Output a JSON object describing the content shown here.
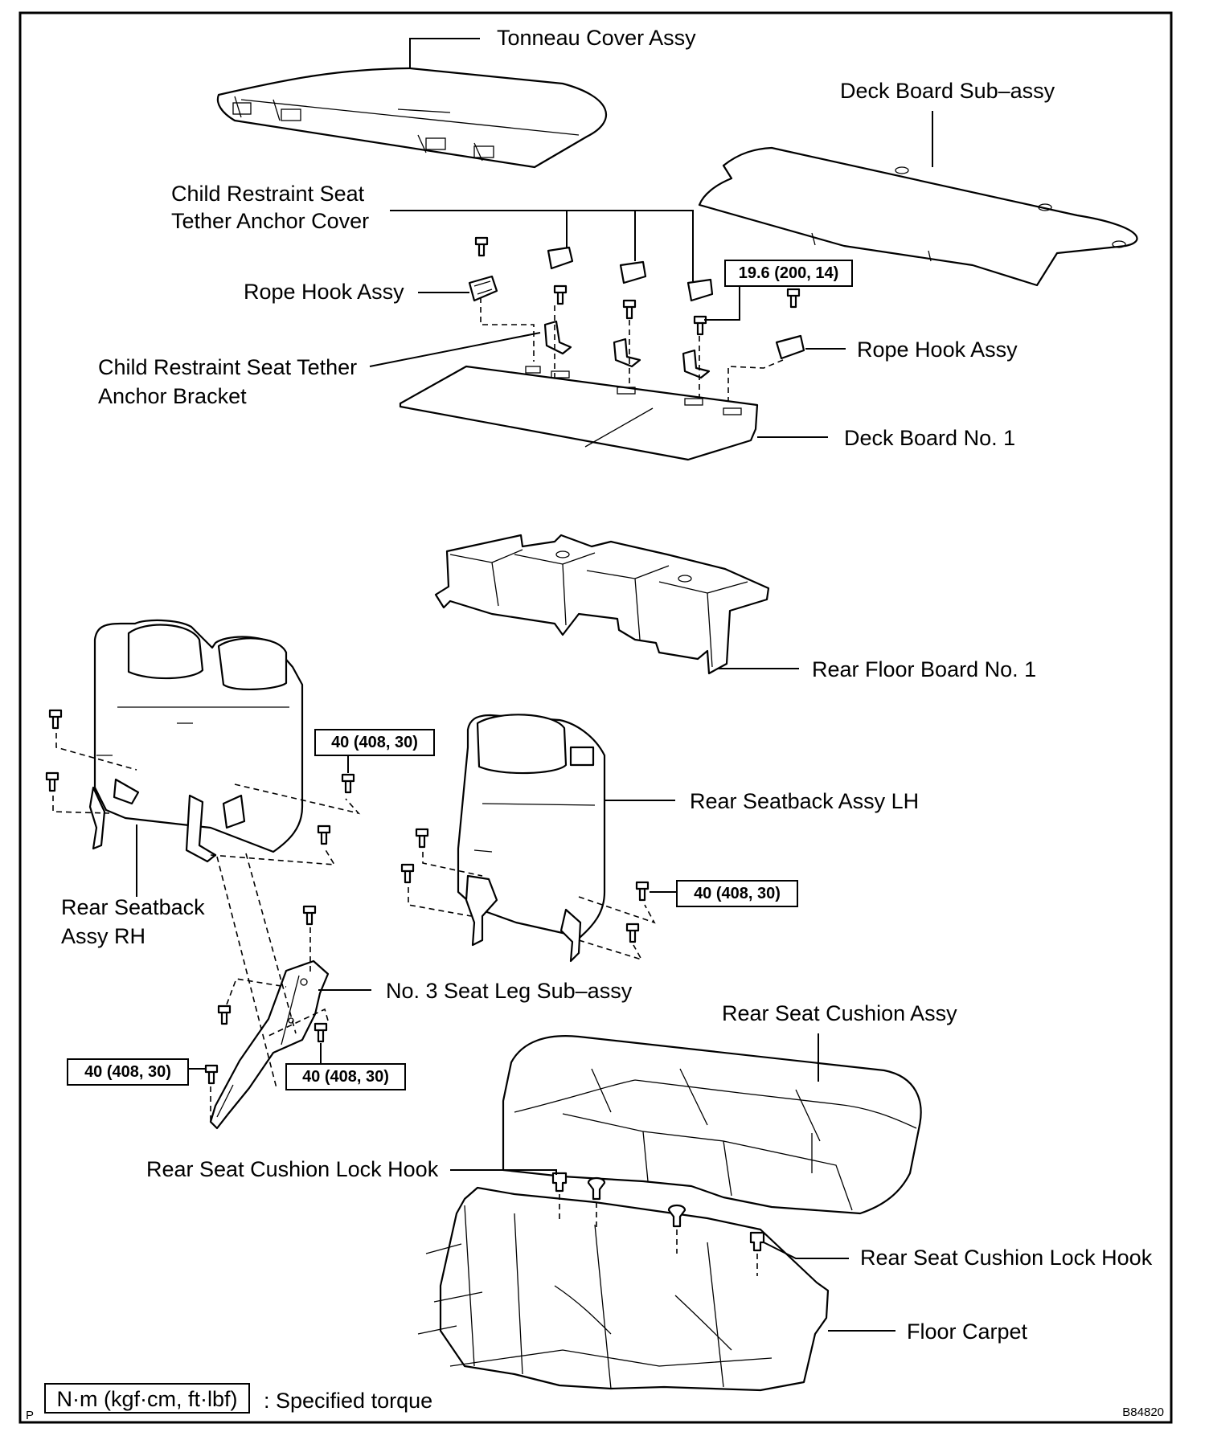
{
  "labels": {
    "tonneau_cover": "Tonneau Cover Assy",
    "deck_board_sub": "Deck Board Sub–assy",
    "tether_cover_1": "Child Restraint Seat",
    "tether_cover_2": "Tether Anchor Cover",
    "rope_hook_left": "Rope Hook Assy",
    "rope_hook_right": "Rope Hook Assy",
    "tether_bracket_1": "Child Restraint Seat Tether",
    "tether_bracket_2": "Anchor Bracket",
    "deck_board_no1": "Deck Board No. 1",
    "rear_floor_board": "Rear Floor Board No. 1",
    "seatback_lh": "Rear Seatback Assy LH",
    "seatback_rh_1": "Rear Seatback",
    "seatback_rh_2": "Assy RH",
    "seat_leg": "No. 3 Seat Leg Sub–assy",
    "cushion_assy": "Rear Seat Cushion Assy",
    "lock_hook_left": "Rear Seat Cushion Lock Hook",
    "lock_hook_right": "Rear Seat Cushion Lock Hook",
    "floor_carpet": "Floor Carpet"
  },
  "torques": {
    "deck_bolt": "19.6 (200, 14)",
    "seatback_rh": "40 (408, 30)",
    "seatback_lh": "40 (408, 30)",
    "leg_left": "40 (408, 30)",
    "leg_right": "40 (408, 30)"
  },
  "legend": {
    "unit_box": "N·m (kgf·cm, ft·lbf)",
    "meaning": ": Specified torque"
  },
  "footer": {
    "corner_mark": "P",
    "figure_id": "B84820"
  }
}
